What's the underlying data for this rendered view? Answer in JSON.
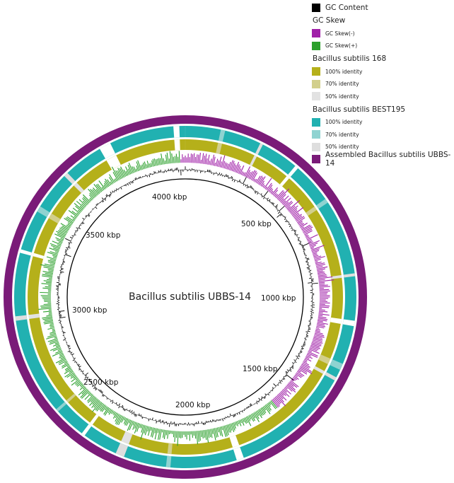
{
  "center_title": "Bacillus subtilis UBBS-14",
  "colors": {
    "gc_content": "#000000",
    "gc_skew_neg": "#a020a8",
    "gc_skew_pos": "#2ca02c",
    "bs168_100": "#b5b01a",
    "bs168_70": "#d2cf8c",
    "bs168_50": "#e2e2e2",
    "best195_100": "#21b1b1",
    "best195_70": "#8fd3d1",
    "best195_50": "#dedede",
    "assembled": "#7a1b78"
  },
  "legend": {
    "gc_content": "GC Content",
    "gc_skew_title": "GC Skew",
    "gc_skew_neg": "GC Skew(-)",
    "gc_skew_pos": "GC Skew(+)",
    "bs168_title": "Bacillus subtilis 168",
    "bs168_100": "100% identity",
    "bs168_70": "70% identity",
    "bs168_50": "50% identity",
    "best195_title": "Bacillus subtilis BEST195",
    "best195_100": "100% identity",
    "best195_70": "70% identity",
    "best195_50": "50% identity",
    "assembled": "Assembled Bacillus subtilis UBBS-14"
  },
  "ticks": [
    {
      "label": "500 kbp",
      "kbp": 500
    },
    {
      "label": "1000 kbp",
      "kbp": 1000
    },
    {
      "label": "1500 kbp",
      "kbp": 1500
    },
    {
      "label": "2000 kbp",
      "kbp": 2000
    },
    {
      "label": "2500 kbp",
      "kbp": 2500
    },
    {
      "label": "3000 kbp",
      "kbp": 3000
    },
    {
      "label": "3500 kbp",
      "kbp": 3500
    },
    {
      "label": "4000 kbp",
      "kbp": 4000
    }
  ]
}
